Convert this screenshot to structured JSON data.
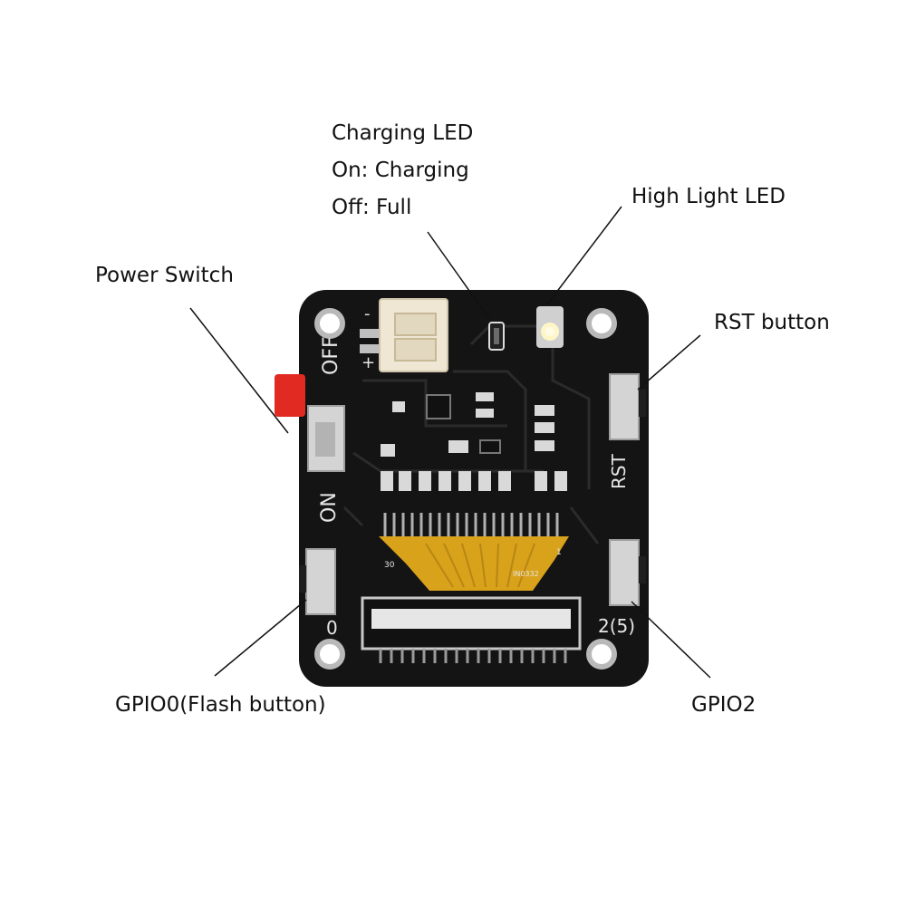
{
  "labels": {
    "charging_led_title": "Charging LED",
    "charging_led_on": "On: Charging",
    "charging_led_off": "Off: Full",
    "high_light_led": "High Light LED",
    "power_switch": "Power Switch",
    "rst_button": "RST button",
    "gpio0_button": "GPIO0(Flash button)",
    "gpio2": "GPIO2"
  },
  "silkscreen": {
    "off": "OFF",
    "on": "ON",
    "rst": "RST",
    "gpio0": "0",
    "gpio2": "2(5)",
    "battery_minus": "-",
    "battery_plus": "+",
    "flex_pin_30": "30",
    "flex_pin_1": "1",
    "flex_part": "IN0332"
  },
  "colors": {
    "board": "#141414",
    "trace": "#2a2a2a",
    "silk": "#e6e6e6",
    "connector": "#efe6d4",
    "flex": "#d9a21b",
    "led_white": "#fff6c8",
    "switch_red": "#e02a22",
    "leader_line": "#111111"
  }
}
